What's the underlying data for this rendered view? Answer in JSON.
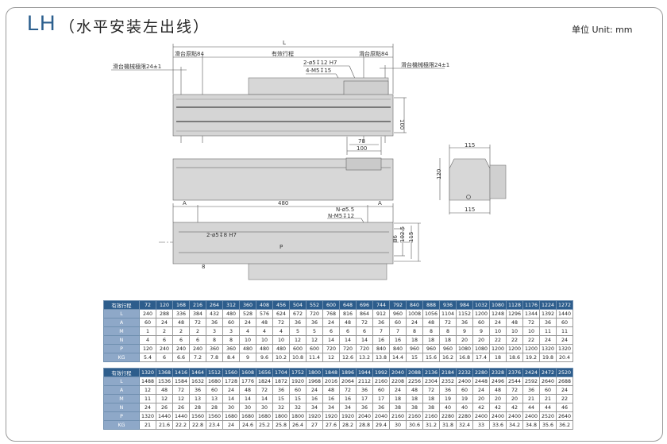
{
  "header": {
    "model": "LH",
    "subtitle": "（水平安装左出线）",
    "unit": "单位 Unit: mm"
  },
  "drawing": {
    "labels": {
      "L": "L",
      "origin_left": "滑台原點84",
      "stroke": "有效行程",
      "origin_right": "滑台原點84",
      "mech_limit_left": "滑台機械極限24±1",
      "mech_limit_right": "滑台機械極限24±1",
      "pin_hole_top": "2-ø5↧12  H7",
      "tap_top": "4-M5↧15",
      "dim_100": "100",
      "dim_78": "78",
      "dim_100b": "100",
      "dim_A_left": "A",
      "dim_480": "480",
      "dim_A_right": "A",
      "hole_N": "N-ø5.5",
      "tap_N": "N-M5↧12",
      "pin_hole_bottom": "2-ø5↧8  H7",
      "dim_P": "P",
      "dim_86": "86",
      "dim_102_5": "102.5",
      "dim_115_side": "115",
      "dim_8": "8",
      "end_115_top": "115",
      "end_115_bottom": "115",
      "end_120": "120"
    }
  },
  "tables": [
    {
      "header_label": "有效行程",
      "columns": [
        72,
        120,
        168,
        216,
        264,
        312,
        360,
        408,
        456,
        504,
        552,
        600,
        648,
        696,
        744,
        792,
        840,
        888,
        936,
        984,
        1032,
        1080,
        1128,
        1176,
        1224,
        1272
      ],
      "rows": [
        {
          "label": "L",
          "values": [
            240,
            288,
            336,
            384,
            432,
            480,
            528,
            576,
            624,
            672,
            720,
            768,
            816,
            864,
            912,
            960,
            1008,
            1056,
            1104,
            1152,
            1200,
            1248,
            1296,
            1344,
            1392,
            1440
          ]
        },
        {
          "label": "A",
          "values": [
            60,
            24,
            48,
            72,
            36,
            60,
            24,
            48,
            72,
            36,
            36,
            24,
            48,
            72,
            36,
            60,
            24,
            48,
            72,
            36,
            60,
            24,
            48,
            72,
            36,
            60
          ]
        },
        {
          "label": "M",
          "values": [
            1,
            2,
            2,
            2,
            3,
            3,
            4,
            4,
            4,
            5,
            5,
            6,
            6,
            6,
            7,
            7,
            8,
            8,
            8,
            9,
            9,
            10,
            10,
            10,
            11,
            11
          ]
        },
        {
          "label": "N",
          "values": [
            4,
            6,
            6,
            6,
            8,
            8,
            10,
            10,
            10,
            12,
            12,
            14,
            14,
            14,
            16,
            16,
            18,
            18,
            18,
            20,
            20,
            22,
            22,
            22,
            24,
            24
          ]
        },
        {
          "label": "P",
          "values": [
            120,
            240,
            240,
            240,
            360,
            360,
            480,
            480,
            480,
            600,
            600,
            720,
            720,
            720,
            840,
            840,
            960,
            960,
            960,
            1080,
            1080,
            1200,
            1200,
            1200,
            1320,
            1320
          ]
        },
        {
          "label": "KG",
          "values": [
            5.4,
            6,
            6.6,
            7.2,
            7.8,
            8.4,
            9,
            9.6,
            10.2,
            10.8,
            11.4,
            12,
            12.6,
            13.2,
            13.8,
            14.4,
            15,
            15.6,
            16.2,
            16.8,
            17.4,
            18,
            18.6,
            19.2,
            19.8,
            20.4
          ]
        }
      ]
    },
    {
      "header_label": "有效行程",
      "columns": [
        1320,
        1368,
        1416,
        1464,
        1512,
        1560,
        1608,
        1656,
        1704,
        1752,
        1800,
        1848,
        1896,
        1944,
        1992,
        2040,
        2088,
        2136,
        2184,
        2232,
        2280,
        2328,
        2376,
        2424,
        2472,
        2520
      ],
      "rows": [
        {
          "label": "L",
          "values": [
            1488,
            1536,
            1584,
            1632,
            1680,
            1728,
            1776,
            1824,
            1872,
            1920,
            1968,
            2016,
            2064,
            2112,
            2160,
            2208,
            2256,
            2304,
            2352,
            2400,
            2448,
            2496,
            2544,
            2592,
            2640,
            2688
          ]
        },
        {
          "label": "A",
          "values": [
            12,
            48,
            72,
            36,
            60,
            24,
            48,
            72,
            36,
            60,
            24,
            48,
            72,
            36,
            60,
            24,
            48,
            72,
            36,
            60,
            24,
            48,
            72,
            36,
            60,
            24
          ]
        },
        {
          "label": "M",
          "values": [
            11,
            12,
            12,
            13,
            13,
            14,
            14,
            14,
            15,
            15,
            16,
            16,
            16,
            17,
            17,
            18,
            18,
            18,
            19,
            19,
            20,
            20,
            20,
            21,
            21,
            22
          ]
        },
        {
          "label": "N",
          "values": [
            24,
            26,
            26,
            28,
            28,
            30,
            30,
            30,
            32,
            32,
            34,
            34,
            34,
            36,
            36,
            38,
            38,
            38,
            40,
            40,
            42,
            42,
            42,
            44,
            44,
            46
          ]
        },
        {
          "label": "P",
          "values": [
            1320,
            1440,
            1440,
            1560,
            1560,
            1680,
            1680,
            1680,
            1800,
            1800,
            1920,
            1920,
            1920,
            2040,
            2040,
            2160,
            2160,
            2160,
            2280,
            2280,
            2400,
            2400,
            2400,
            2400,
            2520,
            2640
          ]
        },
        {
          "label": "KG",
          "values": [
            21,
            21.6,
            22.2,
            22.8,
            23.4,
            24,
            24.6,
            25.2,
            25.8,
            26.4,
            27,
            27.6,
            28.2,
            28.8,
            29.4,
            30,
            30.6,
            31.2,
            31.8,
            32.4,
            33,
            33.6,
            34.2,
            34.8,
            35.6,
            36.2
          ]
        }
      ]
    }
  ]
}
